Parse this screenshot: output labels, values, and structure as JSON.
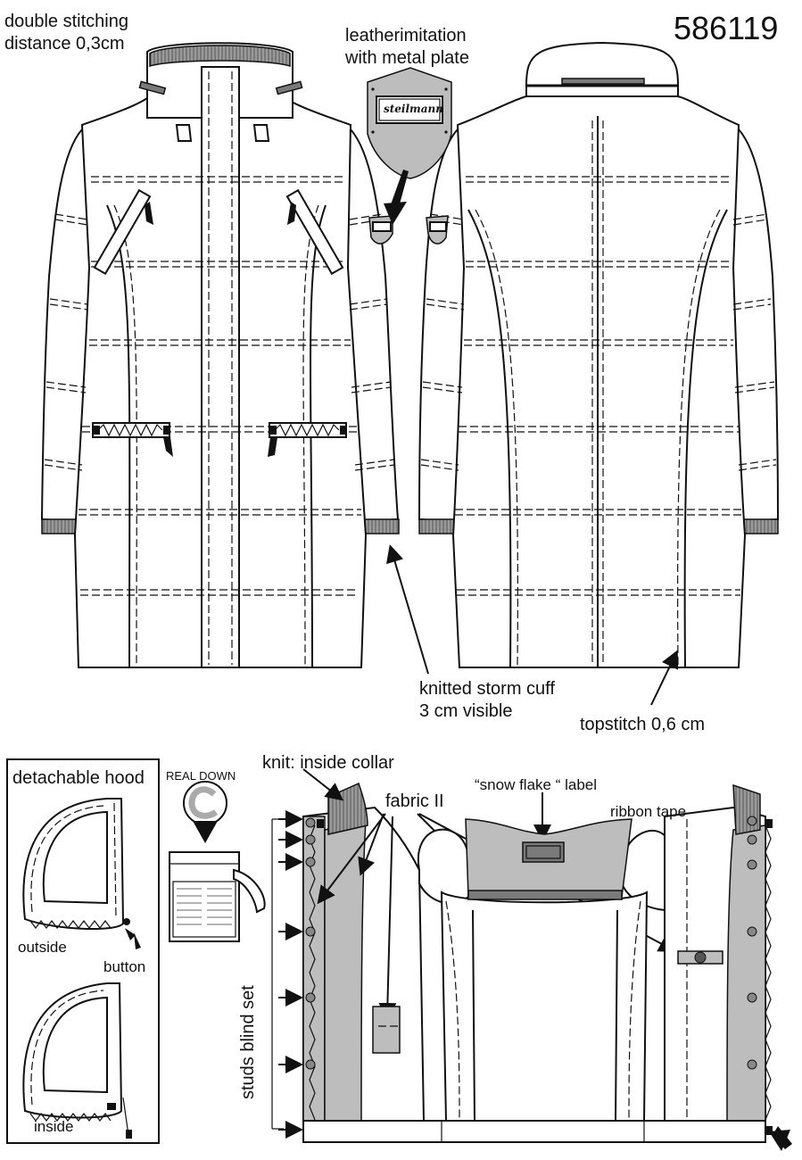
{
  "style_number": "586119",
  "labels": {
    "double_stitching": "double stitching",
    "double_stitching_distance": "distance 0,3cm",
    "leather_imitation": "leatherimitation",
    "metal_plate": "with metal plate",
    "plate_brand": "steilmann",
    "knitted_cuff": "knitted storm cuff",
    "cuff_visible": "3 cm visible",
    "topstitch": "topstitch 0,6 cm",
    "detachable_hood": "detachable hood",
    "hood_outside": "outside",
    "hood_button": "button",
    "hood_inside": "inside",
    "real_down": "REAL DOWN",
    "knit_inside_collar": "knit: inside collar",
    "fabric_ii": "fabric II",
    "snow_flake_label": "“snow flake “ label",
    "ribbon_tape": "ribbon tape",
    "studs_blind_set": "studs blind set"
  },
  "colors": {
    "line": "#111111",
    "fill_grey": "#bdbdbd",
    "dark_grey": "#7a7a7a",
    "knit_grey": "#9a9a9a",
    "background": "#ffffff"
  },
  "icons": [
    "arrow-icon",
    "plate-icon",
    "down-label-icon",
    "zipper-icon",
    "stud-icon",
    "tab-icon"
  ]
}
